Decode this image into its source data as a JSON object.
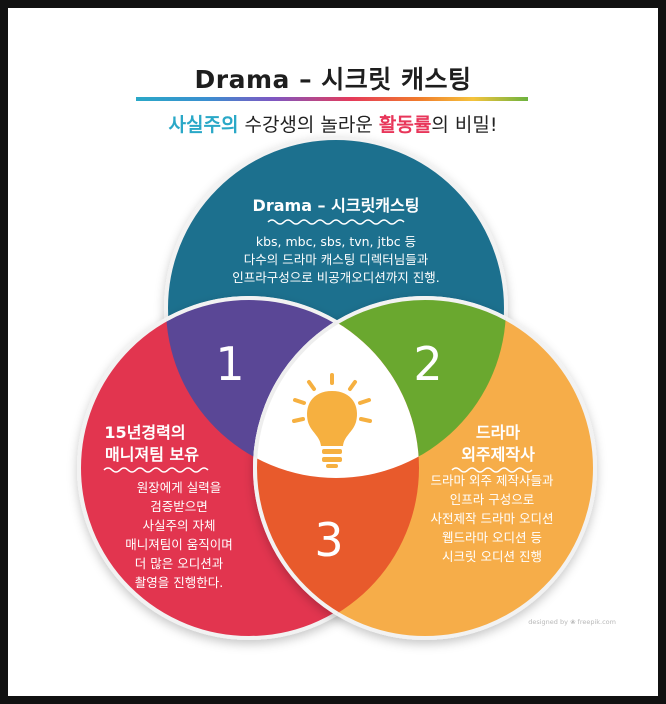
{
  "header": {
    "title": "Drama – 시크릿 캐스팅",
    "subtitle_part1": "사실주의",
    "subtitle_part2": " 수강생의 놀라운 ",
    "subtitle_part3": "활동률",
    "subtitle_part4": "의 비밀!"
  },
  "venn": {
    "top": {
      "heading": "Drama – 시크릿캐스팅",
      "lines": [
        "kbs, mbc, sbs, tvn, jtbc 등",
        "다수의 드라마 캐스팅 디렉터님들과",
        "인프라구성으로 비공개오디션까지 진행."
      ],
      "color": "#1d6f8e"
    },
    "left": {
      "heading_lines": [
        "15년경력의",
        "매니져팀 보유"
      ],
      "lines": [
        "원장에게 실력을",
        "검증받으면",
        "사실주의 자체",
        "매니져팀이 움직이며",
        "더 많은 오디션과",
        "촬영을 진행한다."
      ],
      "color": "#e2354f"
    },
    "right": {
      "heading_lines": [
        "드라마",
        "외주제작사"
      ],
      "lines": [
        "드라마 외주 제작사들과",
        "인프라 구성으로",
        "사전제작 드라마 오디션",
        "웹드라마 오디션 등",
        "시크릿 오디션 진행"
      ],
      "color": "#f6ad48"
    },
    "overlaps": {
      "one": "1",
      "two": "2",
      "three": "3",
      "color_one": "#5a4796",
      "color_two": "#6aa82f",
      "color_three": "#e85a2c"
    },
    "center_icon": "lightbulb-icon"
  },
  "credit": "designed by ❀ freepik.com"
}
